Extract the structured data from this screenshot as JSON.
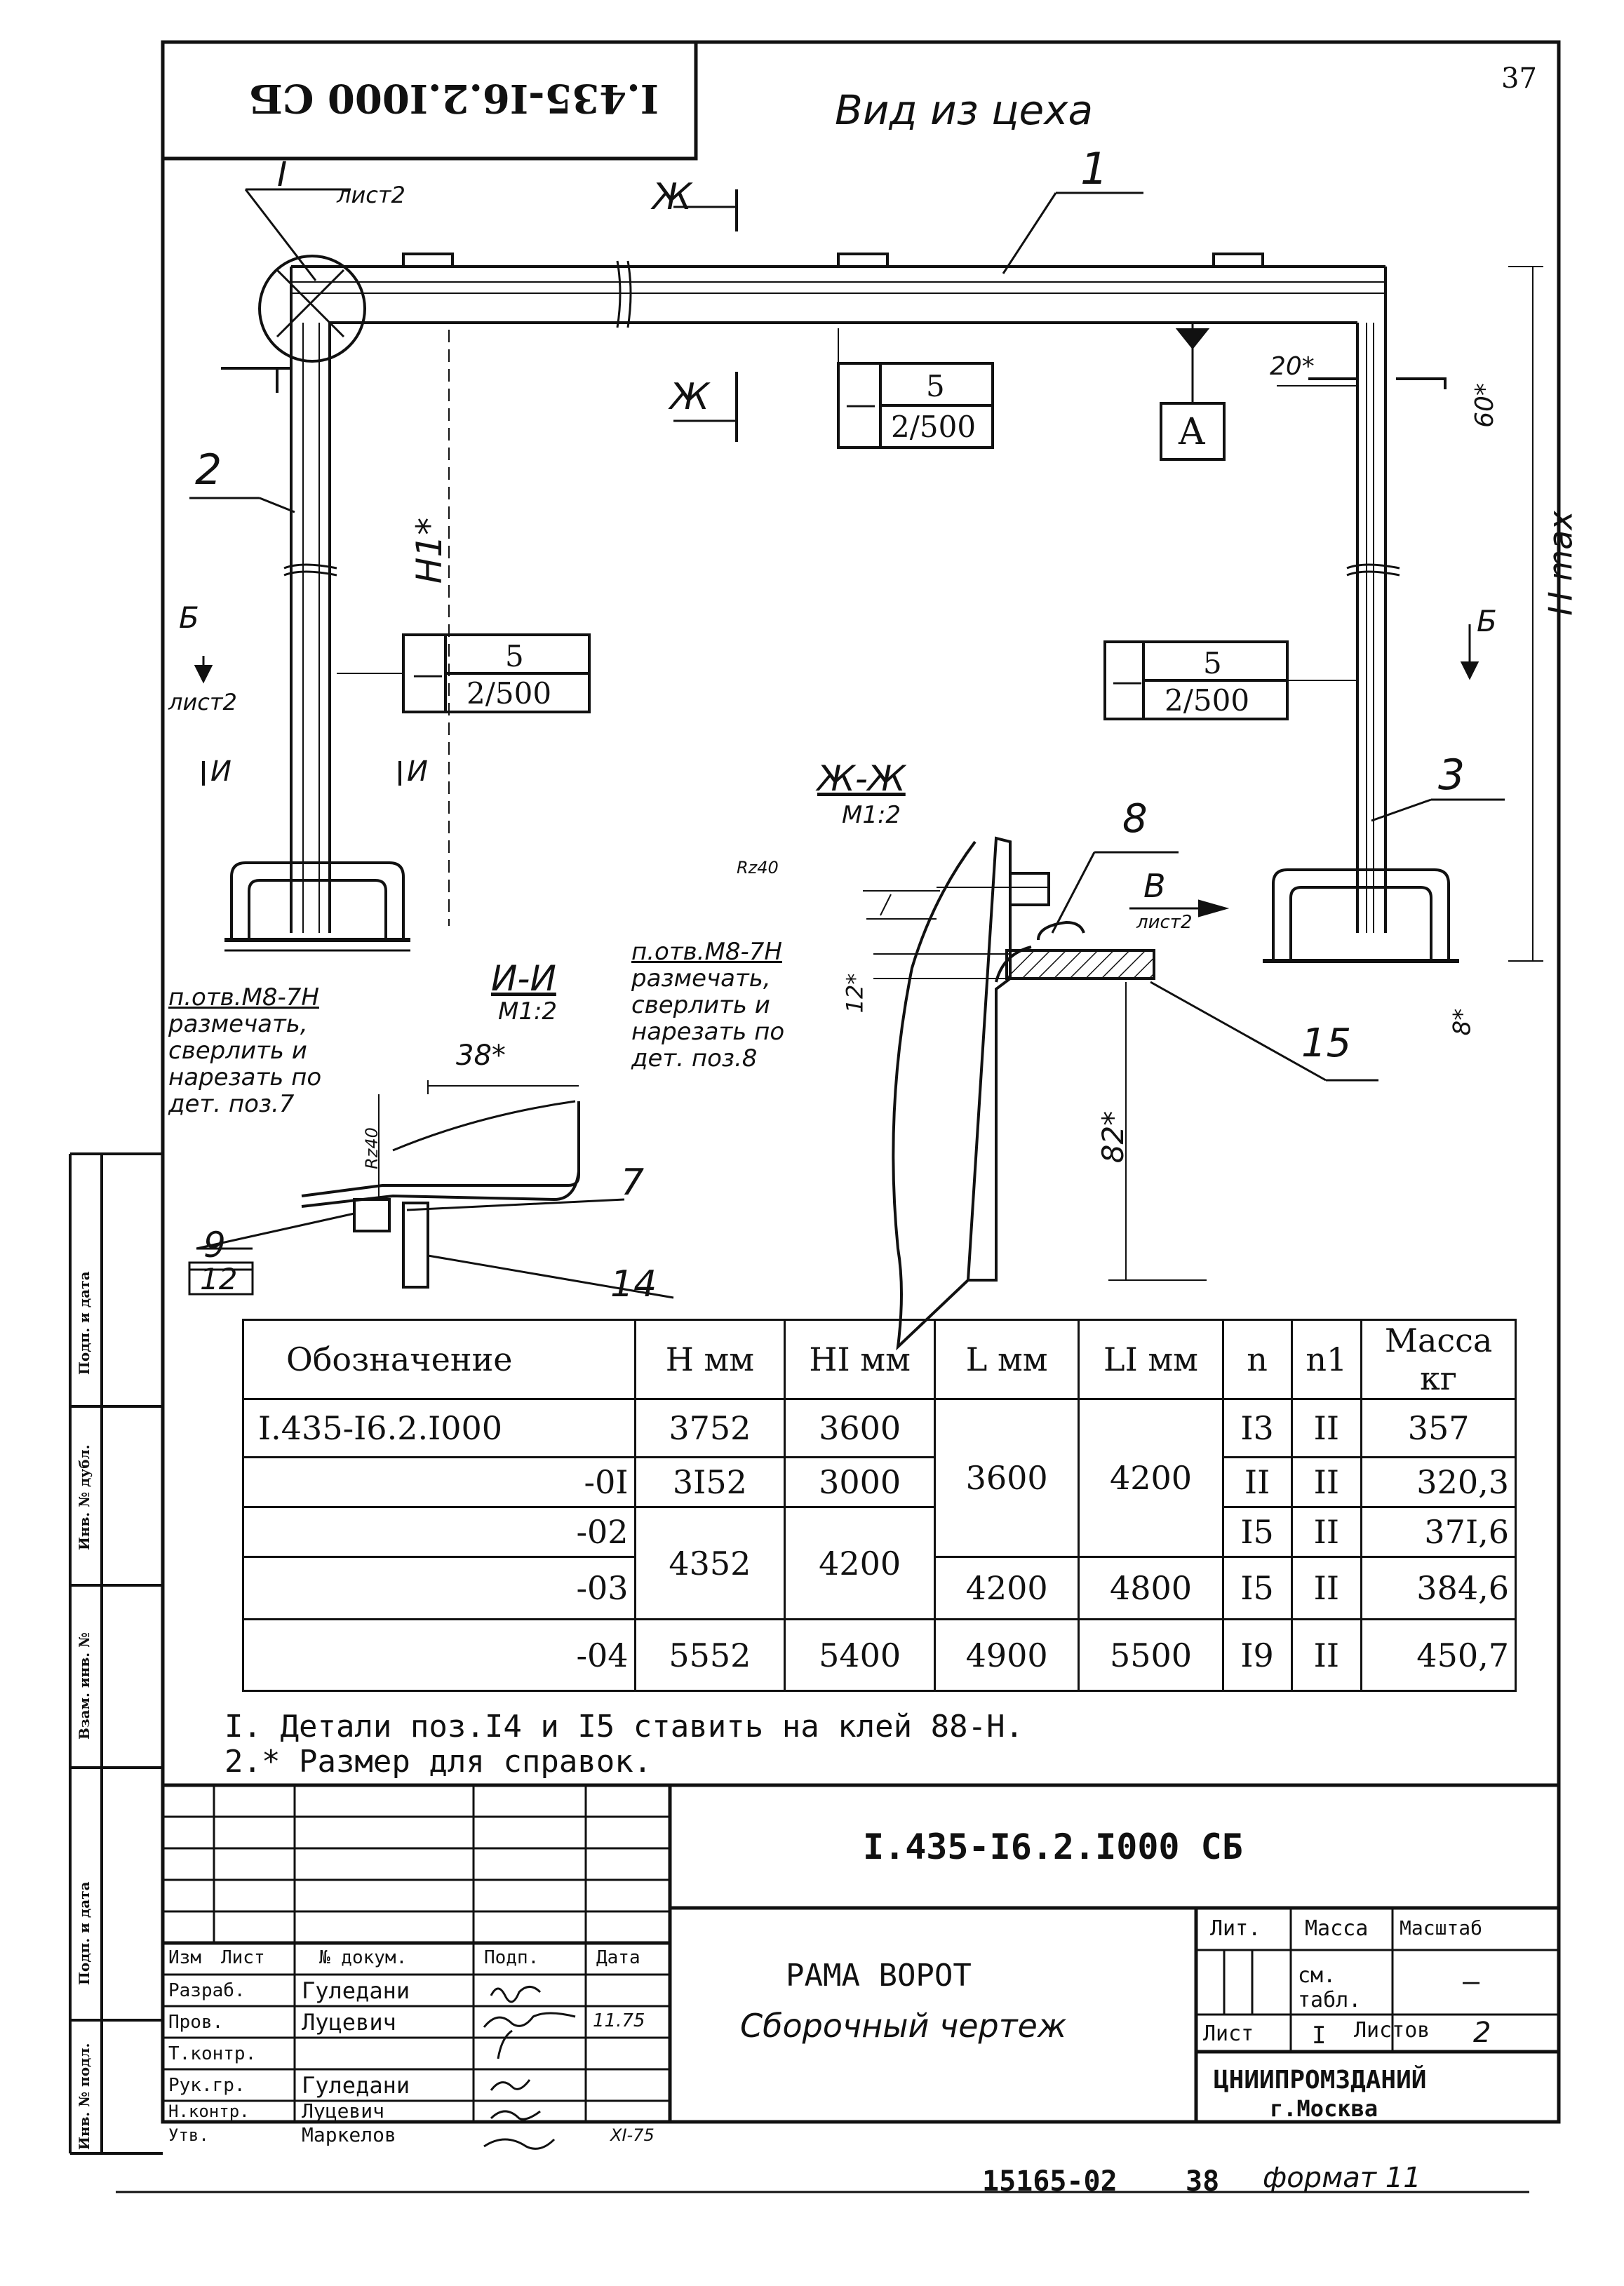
{
  "sheet_no": "37",
  "stamp_code": "I.435-I6.2.I000 СБ",
  "view_title": "Вид из цеха",
  "callouts": {
    "detail_I": "I",
    "detail_I_sheet": "лист2",
    "section_Zh_top": "Ж",
    "section_Zh_bottom": "Ж",
    "pos_1": "1",
    "pos_2": "2",
    "pos_3": "3",
    "pos_7": "7",
    "pos_8": "8",
    "pos_9": "9",
    "pos_12": "12",
    "pos_14": "14",
    "pos_15": "15",
    "label_A": "A",
    "dim_20": "20*",
    "dim_60": "60*",
    "dim_8": "8*",
    "dim_H1": "H1*",
    "dim_Hmax": "H max",
    "section_B_left": "Б",
    "section_B_left_sheet": "лист2",
    "section_B_right": "Б",
    "section_I_left": "И",
    "section_I_right": "И",
    "view_V": "В",
    "view_V_sheet": "лист2",
    "dim_38": "38*",
    "dim_12": "12*",
    "dim_82": "82*",
    "rz_1": "Rz40",
    "rz_2": "Rz40"
  },
  "weld_symbols": {
    "top": {
      "dash": "—",
      "num": "5",
      "den": "2/500"
    },
    "left": {
      "dash": "—",
      "num": "5",
      "den": "2/500"
    },
    "right": {
      "dash": "—",
      "num": "5",
      "den": "2/500"
    }
  },
  "sections": {
    "ii_title": "И-И",
    "ii_scale": "М1:2",
    "zhzh_title": "Ж-Ж",
    "zhzh_scale": "М1:2"
  },
  "notes_left": [
    "п.отв.М8-7Н",
    "размечать,",
    "сверлить и",
    "нарезать по",
    "дет. поз.7"
  ],
  "notes_mid": [
    "п.отв.М8-7Н",
    "размечать,",
    "сверлить и",
    "нарезать по",
    "дет. поз.8"
  ],
  "spec_table": {
    "headers": [
      "Обозначение",
      "Н мм",
      "НI мм",
      "L мм",
      "LI мм",
      "n",
      "n1",
      "Масса кг"
    ],
    "rows": [
      {
        "designation": "I.435-I6.2.I000",
        "H": "3752",
        "H1": "3600",
        "L": "",
        "L1": "",
        "n": "I3",
        "n1": "II",
        "mass": "357"
      },
      {
        "designation": "-0I",
        "H": "3I52",
        "H1": "3000",
        "L": "3600",
        "L1": "4200",
        "n": "II",
        "n1": "II",
        "mass": "320,3"
      },
      {
        "designation": "-02",
        "H": "4352",
        "H1": "4200",
        "L": "",
        "L1": "",
        "n": "I5",
        "n1": "II",
        "mass": "37I,6"
      },
      {
        "designation": "-03",
        "H": "",
        "H1": "",
        "L": "4200",
        "L1": "4800",
        "n": "I5",
        "n1": "II",
        "mass": "384,6"
      },
      {
        "designation": "-04",
        "H": "5552",
        "H1": "5400",
        "L": "4900",
        "L1": "5500",
        "n": "I9",
        "n1": "II",
        "mass": "450,7"
      }
    ]
  },
  "notes_bottom": [
    "I. Детали поз.I4 и I5 ставить на клей 88-Н.",
    "2.* Размер  для справок."
  ],
  "title_block": {
    "code": "I.435-I6.2.I000 СБ",
    "name": "РАМА ВОРОТ",
    "doc_type": "Сборочный чертеж",
    "head_lit": "Лит.",
    "head_mass": "Масса",
    "head_scale": "Масштаб",
    "mass_value": "см. табл.",
    "scale_value": "—",
    "sheet_label": "Лист",
    "sheet_value": "I",
    "sheets_label": "Листов",
    "sheets_value": "2",
    "org": "ЦНИИПРОМЗДАНИЙ",
    "city": "г.Москва",
    "col_headers": [
      "Изм",
      "Лист",
      "№ докум.",
      "Подп.",
      "Дата"
    ],
    "roles": [
      {
        "role": "Разраб.",
        "name": "Гуледани",
        "date": ""
      },
      {
        "role": "Пров.",
        "name": "Луцевич",
        "date": "11.75"
      },
      {
        "role": "Т.контр.",
        "name": "",
        "date": ""
      },
      {
        "role": "Рук.гр.",
        "name": "Гуледани",
        "date": ""
      },
      {
        "role": "Н.контр.",
        "name": "Луцевич",
        "date": ""
      },
      {
        "role": "Утв.",
        "name": "Маркелов",
        "date": "XI-75"
      }
    ]
  },
  "side_labels": [
    "Подп. и дата",
    "Инв. № дубл.",
    "Взам. инв. №",
    "Подп. и дата",
    "Инв. № подл."
  ],
  "footer": {
    "catalog": "15165-02",
    "page": "38",
    "format": "формат 11"
  }
}
